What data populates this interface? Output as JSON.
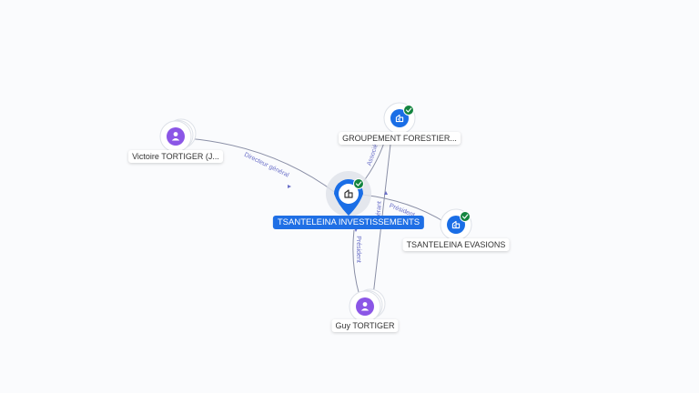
{
  "nodes": [
    {
      "id": "central",
      "label": "TSANTELEINA INVESTISSEMENTS",
      "kind": "company",
      "verified": true,
      "main": true,
      "icon": "building-icon"
    },
    {
      "id": "groupement",
      "label": "GROUPEMENT FORESTIER...",
      "kind": "company",
      "verified": true,
      "icon": "building-icon"
    },
    {
      "id": "evasions",
      "label": "TSANTELEINA EVASIONS",
      "kind": "company",
      "verified": true,
      "icon": "building-icon"
    },
    {
      "id": "victoire",
      "label": "Victoire TORTIGER (J...",
      "kind": "person",
      "icon": "person-icon"
    },
    {
      "id": "guy",
      "label": "Guy TORTIGER",
      "kind": "person",
      "icon": "person-icon"
    }
  ],
  "edges": [
    {
      "from": "victoire",
      "to": "central",
      "label": "Directeur général"
    },
    {
      "from": "groupement",
      "to": "central",
      "label": "Associé"
    },
    {
      "from": "central",
      "to": "evasions",
      "label": "Président"
    },
    {
      "from": "guy",
      "to": "central",
      "label": "Président"
    },
    {
      "from": "guy",
      "to": "groupement",
      "label": "Gérant"
    }
  ],
  "colors": {
    "company": "#1a6ee6",
    "person": "#8b56e6",
    "verified": "#13843f",
    "edge": "#8a8fa6",
    "edge_label": "#6a6fc8",
    "main_label_bg": "#1f6fe5"
  }
}
